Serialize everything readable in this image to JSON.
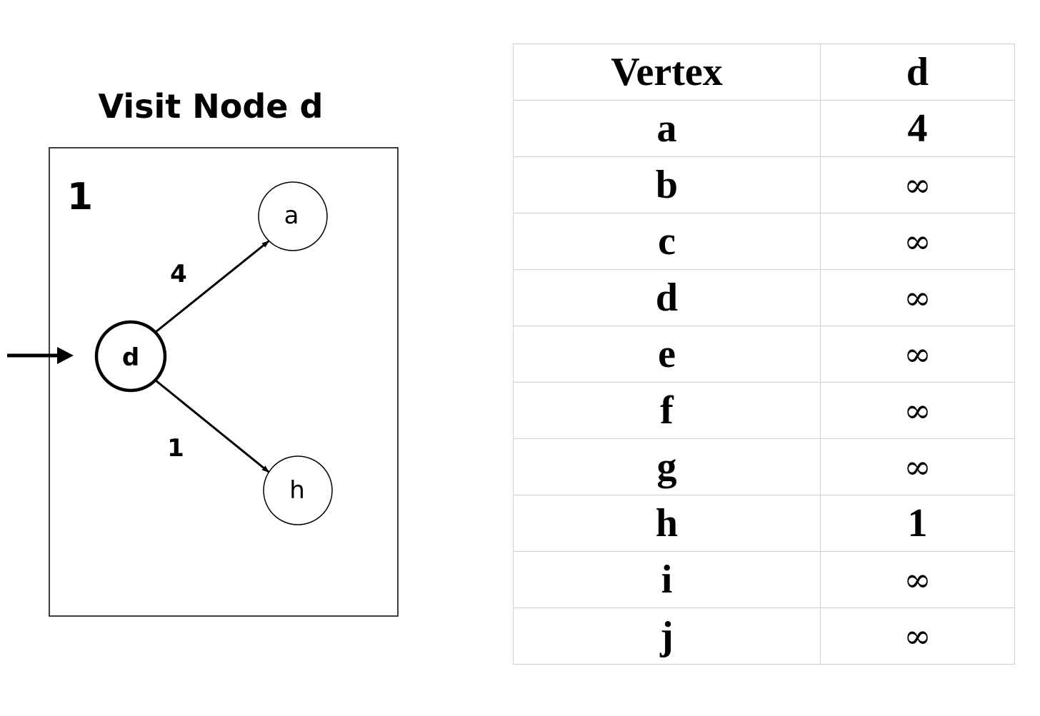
{
  "title": "Visit Node d",
  "step": "1",
  "graph": {
    "nodes": [
      {
        "id": "d",
        "label": "d",
        "current": true
      },
      {
        "id": "a",
        "label": "a",
        "current": false
      },
      {
        "id": "h",
        "label": "h",
        "current": false
      }
    ],
    "edges": [
      {
        "from": "d",
        "to": "a",
        "weight": "4"
      },
      {
        "from": "d",
        "to": "h",
        "weight": "1"
      }
    ]
  },
  "table": {
    "headers": [
      "Vertex",
      "d"
    ],
    "rows": [
      {
        "vertex": "a",
        "dist": "4"
      },
      {
        "vertex": "b",
        "dist": "∞"
      },
      {
        "vertex": "c",
        "dist": "∞"
      },
      {
        "vertex": "d",
        "dist": "∞"
      },
      {
        "vertex": "e",
        "dist": "∞"
      },
      {
        "vertex": "f",
        "dist": "∞"
      },
      {
        "vertex": "g",
        "dist": "∞"
      },
      {
        "vertex": "h",
        "dist": "1"
      },
      {
        "vertex": "i",
        "dist": "∞"
      },
      {
        "vertex": "j",
        "dist": "∞"
      }
    ]
  }
}
